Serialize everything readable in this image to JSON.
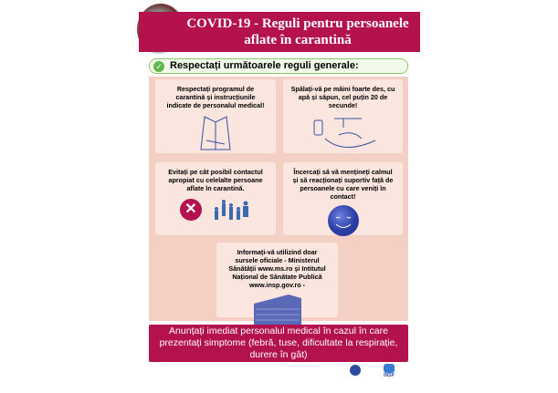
{
  "header": {
    "title_line1": "COVID-19 - Reguli pentru persoanele",
    "title_line2": "aflate în carantină"
  },
  "rules_title": "Respectați următoarele reguli generale:",
  "cards": [
    {
      "text": "Respectați programul de carantină și instrucțiunile indicate de personalul medical!",
      "icon": "doctor-coat-icon"
    },
    {
      "text": "Spălați-vă pe mâini foarte des, cu apă și săpun, cel puțin 20 de secunde!",
      "icon": "hand-washing-icon"
    },
    {
      "text": "Evitați pe cât posibil contactul apropiat cu celelalte persoane aflate în carantină.",
      "icon": "no-contact-icon"
    },
    {
      "text": "Încercați să vă mențineți calmul și să reacționați suportiv față de persoanele cu care veniți în contact!",
      "icon": "smiley-icon"
    },
    {
      "text": "Informați-vă utilizind doar sursele oficiale - Ministerul Sănătății www.ms.ro și Intitutul Național de Sănătate Publică www.insp.gov.ro -",
      "icon": "building-icon"
    }
  ],
  "banner": "Anunțați imediat personalul medical în cazul în care prezentați simptome (febră, tuse, dificultate la respirație, durere în gât)",
  "footer": {
    "logo2": "INSP"
  },
  "colors": {
    "crimson": "#b3124f",
    "panel": "#f3d0c3",
    "card": "#fae6df",
    "green": "#5cb84a"
  }
}
